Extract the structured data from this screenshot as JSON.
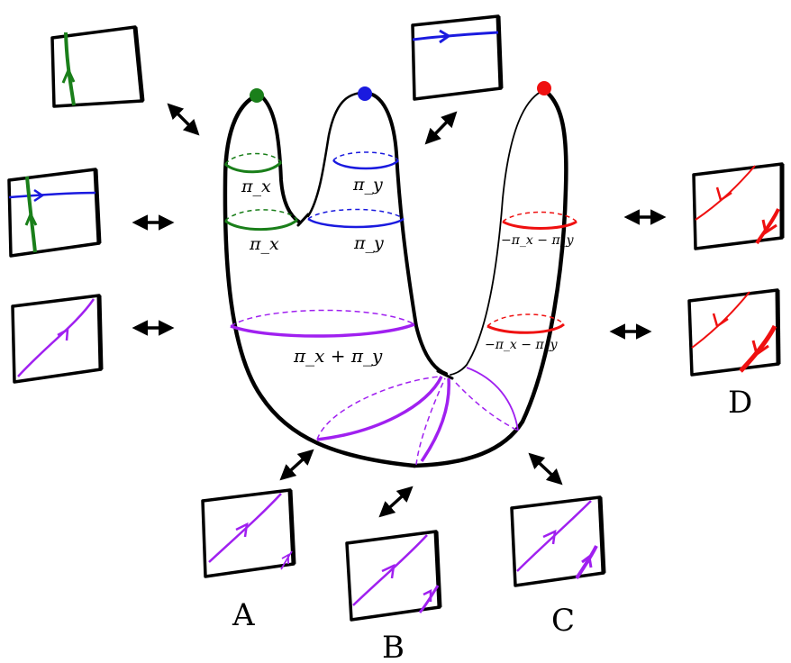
{
  "colors": {
    "green": "#1a7f1a",
    "blue": "#1a1adf",
    "red": "#ef1010",
    "purple": "#a020f0",
    "ink": "#000000"
  },
  "labels": {
    "green_upper": "π_x",
    "green_lower": "π_x",
    "blue_upper": "π_y",
    "blue_lower": "π_y",
    "red_upper": "−π_x − π_y",
    "red_lower": "−π_x − π_y",
    "purple_main": "π_x + π_y"
  },
  "panel_letters": {
    "a": "A",
    "b": "B",
    "c": "C",
    "d": "D"
  },
  "icons": {
    "arrow": "double-headed-arrow-icon"
  }
}
